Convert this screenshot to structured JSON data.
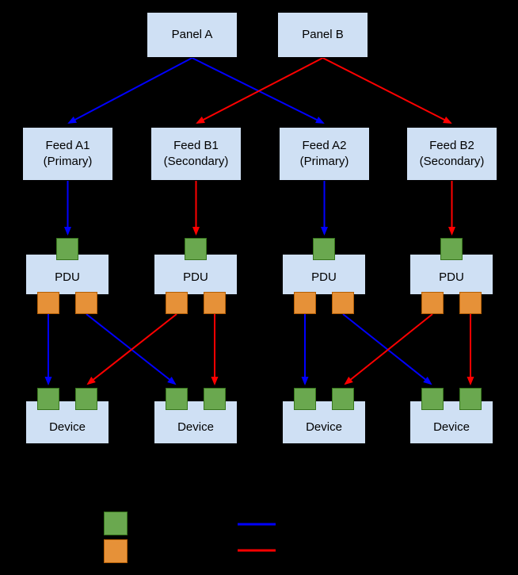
{
  "colors": {
    "background": "#000000",
    "box_fill": "#cfe0f4",
    "box_border": "#000000",
    "port_green": "#6aa84f",
    "port_green_border": "#38761d",
    "port_orange": "#e69138",
    "port_orange_border": "#b45f06",
    "arrow_blue": "#0000ff",
    "arrow_red": "#ff0000"
  },
  "panels": [
    {
      "label": "Panel A"
    },
    {
      "label": "Panel B"
    }
  ],
  "feeds": [
    {
      "name": "Feed A1",
      "role": "(Primary)"
    },
    {
      "name": "Feed B1",
      "role": "(Secondary)"
    },
    {
      "name": "Feed A2",
      "role": "(Primary)"
    },
    {
      "name": "Feed B2",
      "role": "(Secondary)"
    }
  ],
  "pdus": [
    {
      "label": "PDU"
    },
    {
      "label": "PDU"
    },
    {
      "label": "PDU"
    },
    {
      "label": "PDU"
    }
  ],
  "devices": [
    {
      "label": "Device"
    },
    {
      "label": "Device"
    },
    {
      "label": "Device"
    },
    {
      "label": "Device"
    }
  ],
  "legend": {
    "swatches": [
      {
        "icon": "green-input-port-swatch"
      },
      {
        "icon": "orange-output-port-swatch"
      }
    ],
    "lines": [
      {
        "icon": "blue-primary-path-line"
      },
      {
        "icon": "red-secondary-path-line"
      }
    ]
  }
}
